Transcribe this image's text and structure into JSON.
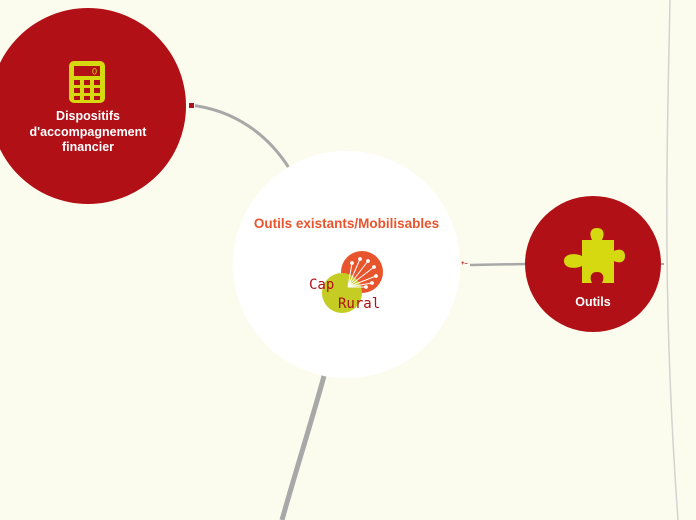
{
  "central": {
    "title": "Outils existants/Mobilisables",
    "logo": {
      "word1": "Cap",
      "word2": "Rural",
      "colors": {
        "orange": "#e8552d",
        "green": "#c5cc23",
        "red": "#b01016"
      }
    }
  },
  "branches": [
    {
      "label": "Dispositifs d'accompagnement financier",
      "icon": "calculator-icon",
      "color": "#b01016"
    },
    {
      "label": "Outils",
      "icon": "puzzle-icon",
      "color": "#b01016"
    }
  ],
  "colors": {
    "background": "#fbfcee",
    "node": "#b01016",
    "icon": "#d6d90f",
    "title": "#e8552d",
    "connector": "#aaaaaa"
  }
}
